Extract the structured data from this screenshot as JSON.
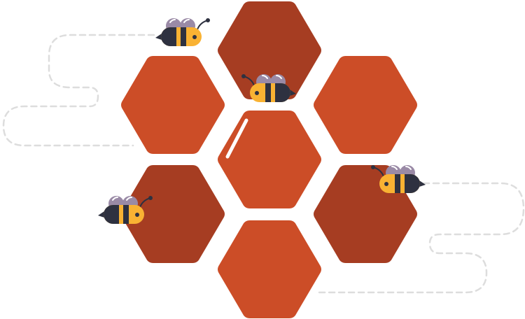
{
  "colors": {
    "hex_light": "#CC4D27",
    "hex_dark": "#A63D22",
    "bee_body": "#2E3140",
    "bee_yellow": "#F9B233",
    "bee_wing": "#9A8AA6",
    "trail": "#DDDDDD"
  },
  "honeycomb": {
    "cells": [
      {
        "name": "top",
        "shade": "dark"
      },
      {
        "name": "upper-left",
        "shade": "light"
      },
      {
        "name": "upper-right",
        "shade": "light"
      },
      {
        "name": "center",
        "shade": "light"
      },
      {
        "name": "lower-left",
        "shade": "dark"
      },
      {
        "name": "lower-right",
        "shade": "dark"
      },
      {
        "name": "bottom",
        "shade": "light"
      }
    ]
  },
  "bees": [
    {
      "facing": "right"
    },
    {
      "facing": "left"
    },
    {
      "facing": "left"
    },
    {
      "facing": "right"
    }
  ]
}
